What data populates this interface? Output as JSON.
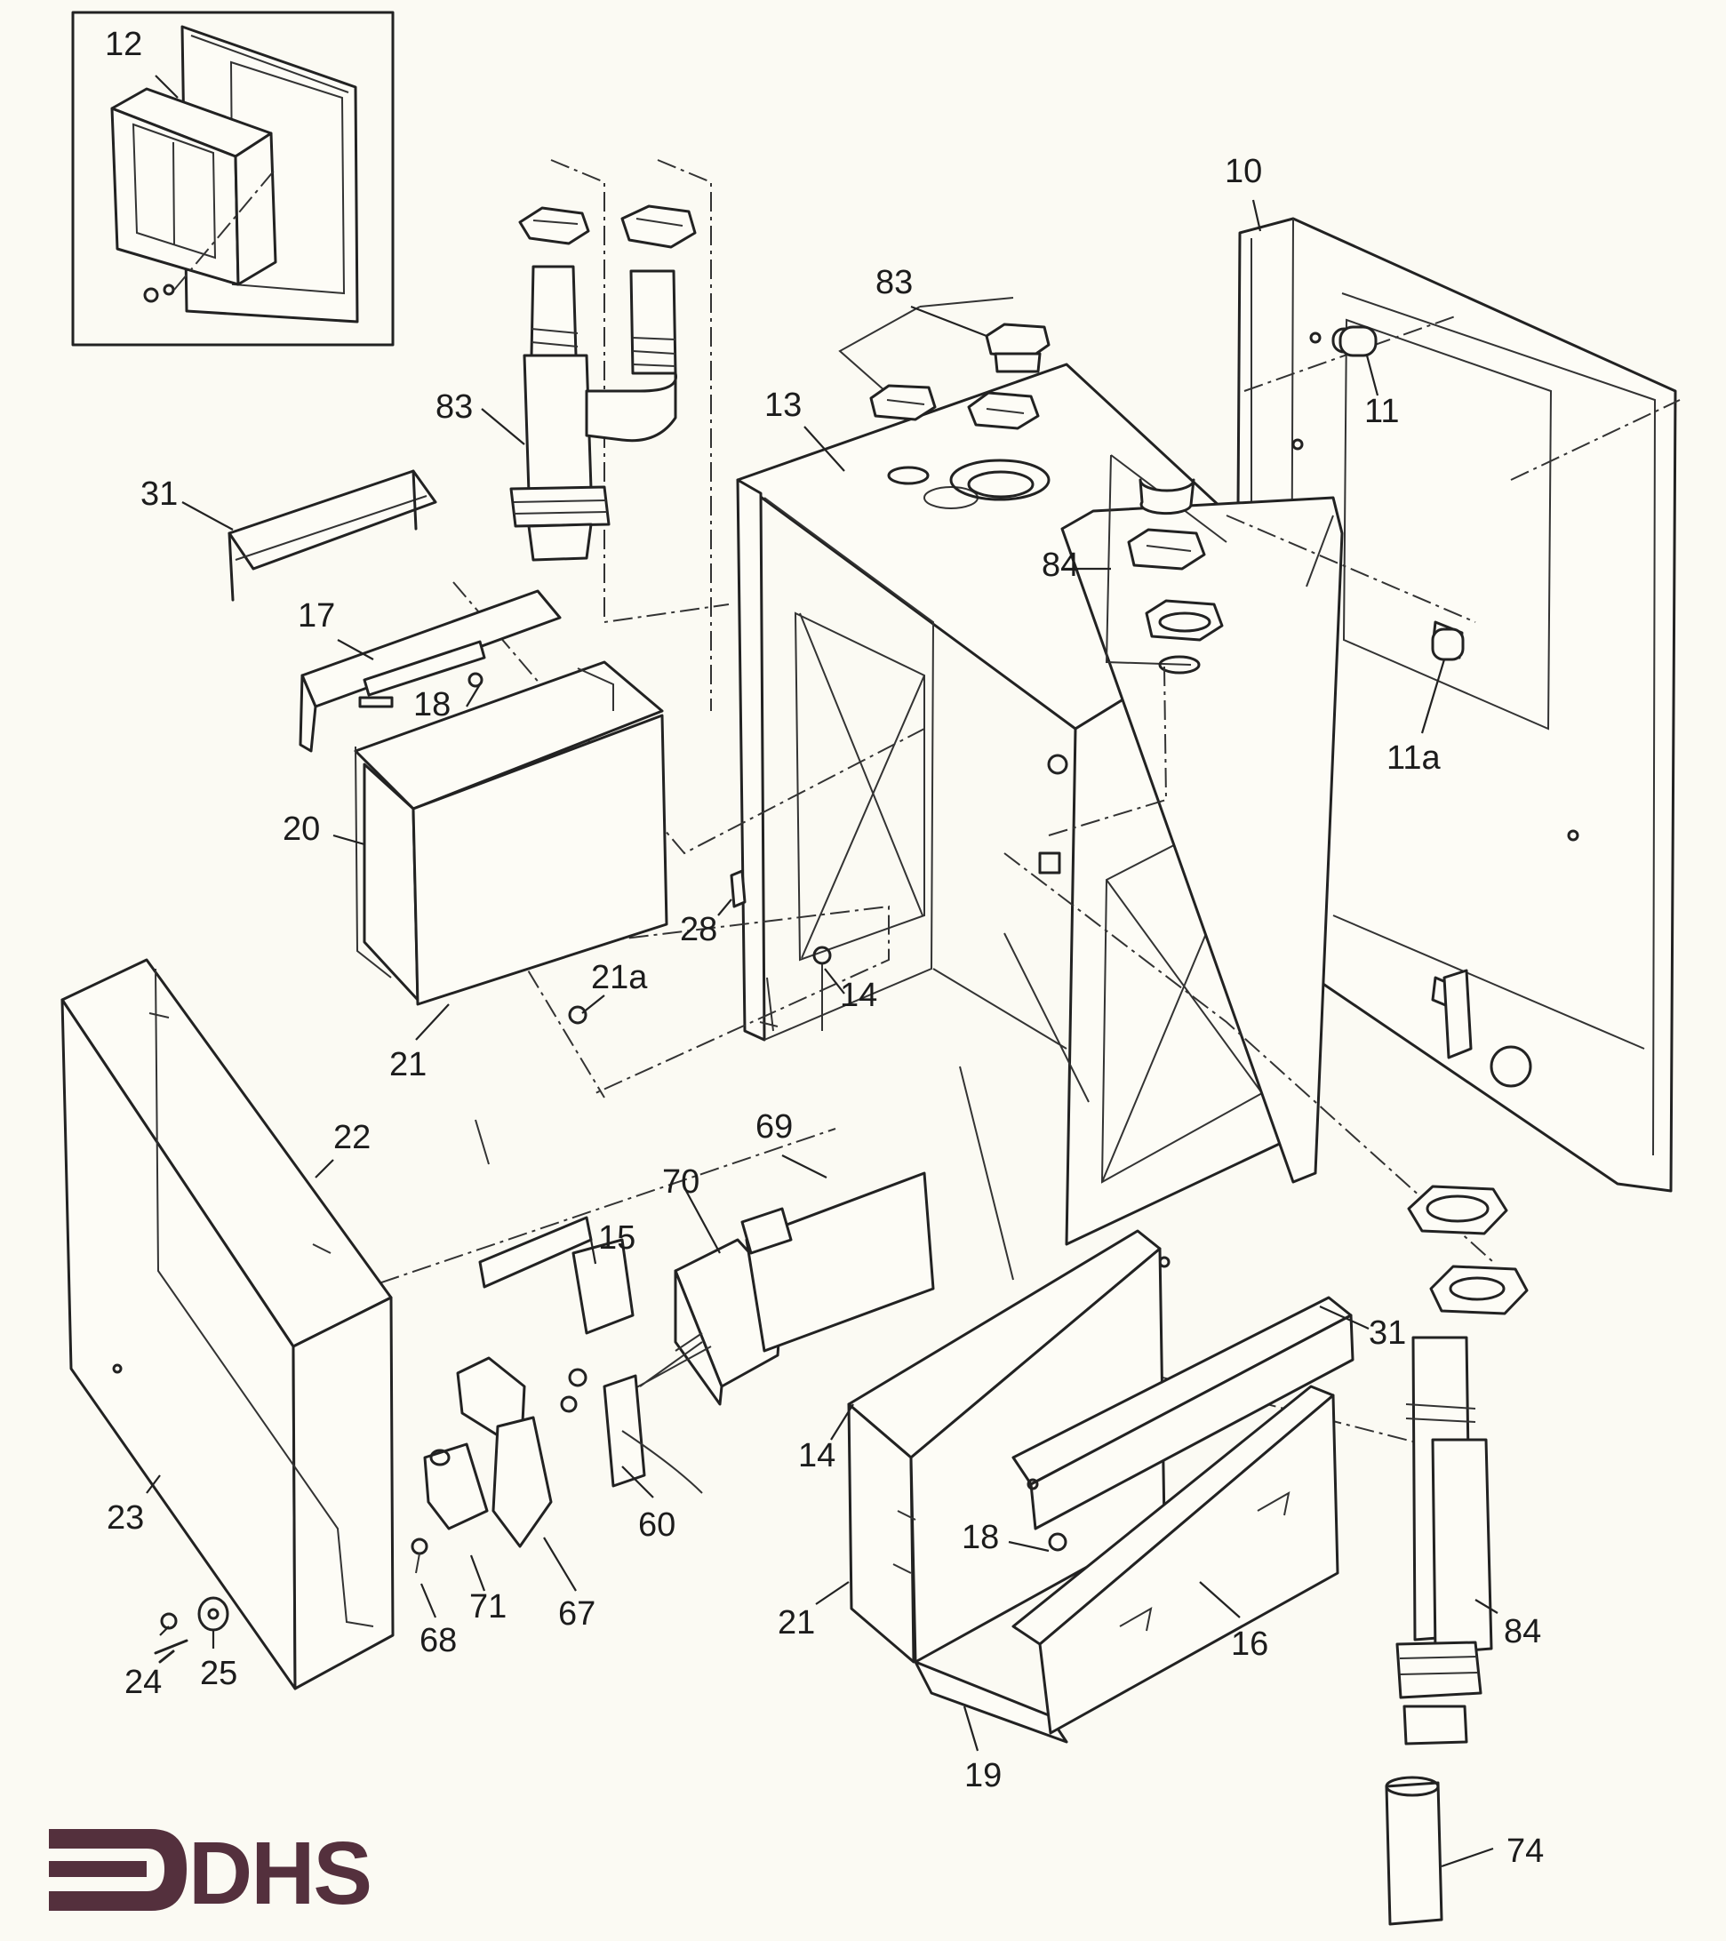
{
  "logo": {
    "text": "DHS",
    "color": "#54303d"
  },
  "colors": {
    "line": "#222222",
    "paper": "#fbfaf3",
    "label": "#1c1c1c"
  },
  "labels": {
    "l12": "12",
    "l10": "10",
    "l83a": "83",
    "l83b": "83",
    "l13": "13",
    "l11": "11",
    "l31a": "31",
    "l17": "17",
    "l84a": "84",
    "l18a": "18",
    "l11a": "11a",
    "l20": "20",
    "l28": "28",
    "l21a": "21a",
    "l14a": "14",
    "l21b": "21",
    "l22": "22",
    "l69": "69",
    "l70": "70",
    "l15": "15",
    "l31b": "31",
    "l14b": "14",
    "l23": "23",
    "l60": "60",
    "l18b": "18",
    "l71": "71",
    "l67": "67",
    "l68": "68",
    "l21c": "21",
    "l16": "16",
    "l84b": "84",
    "l24": "24",
    "l25": "25",
    "l19": "19",
    "l74": "74"
  }
}
